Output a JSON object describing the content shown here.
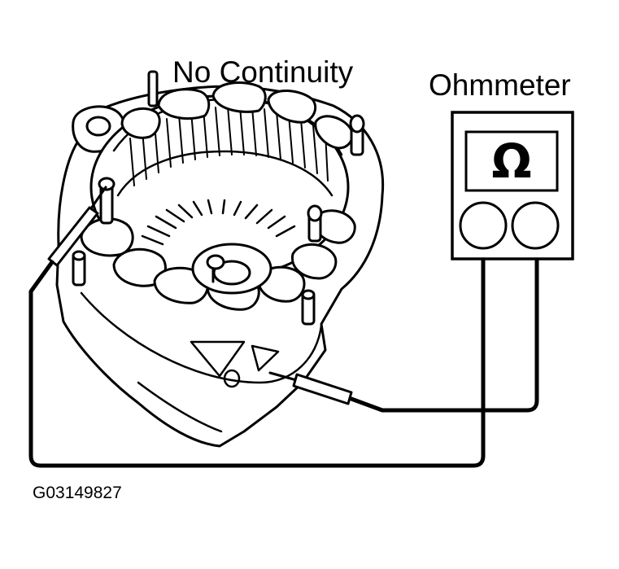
{
  "diagram": {
    "title": "No Continuity",
    "meter_label": "Ohmmeter",
    "meter_symbol": "Ω",
    "figure_id": "G03149827"
  },
  "colors": {
    "ink": "#000000",
    "paper": "#ffffff",
    "shade": "#e6e6e6"
  },
  "icons": [
    "alternator-stator-drawing",
    "ohmmeter-icon",
    "test-probe-icon"
  ]
}
